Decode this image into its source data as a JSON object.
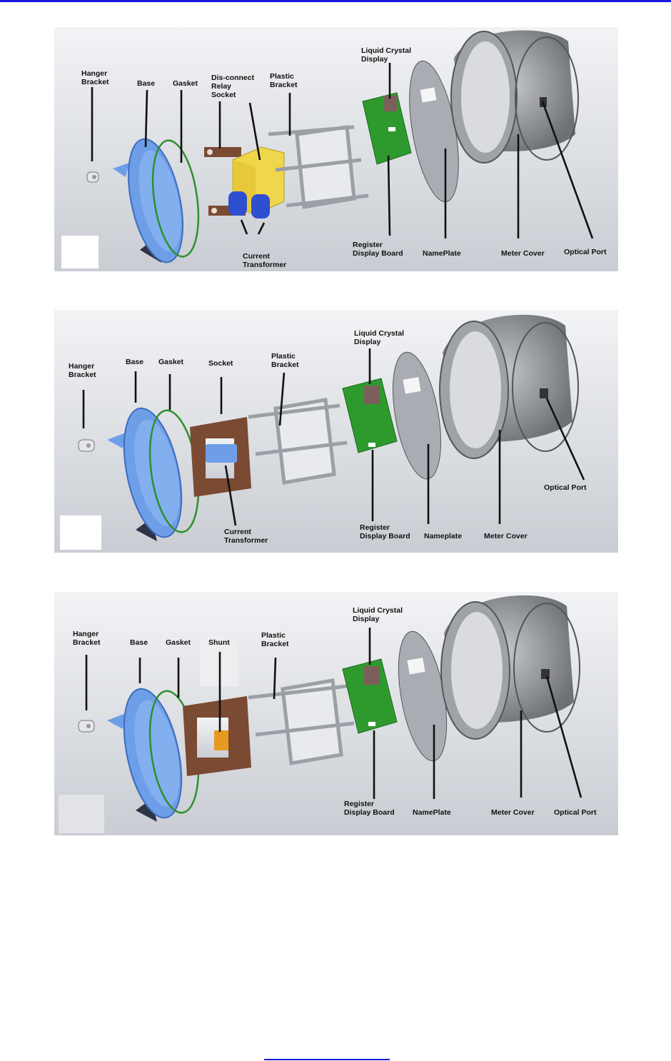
{
  "colors": {
    "top_rule": "#1a1adc",
    "panel_bg_top": "#f2f3f5",
    "panel_bg_bottom": "#c9cdd3",
    "base_blue": "#6f9ee8",
    "gasket_green": "#2f8f2f",
    "board_green": "#2e9a2e",
    "relay_yellow": "#f0d64a",
    "ct_blue": "#2d4fd0",
    "socket_brown": "#7a4a32",
    "shunt_orange": "#e79a22",
    "metal_gray": "#b9bcc1",
    "bottom_link": "#1a1adc"
  },
  "diagrams": [
    {
      "labels": {
        "hanger_bracket": [
          "Hanger",
          "Bracket"
        ],
        "base": "Base",
        "gasket": "Gasket",
        "disconnect": [
          "Dis-connect",
          "Relay",
          "Socket"
        ],
        "plastic_bracket": [
          "Plastic",
          "Bracket"
        ],
        "lcd": [
          "Liquid Crystal",
          "Display"
        ],
        "register_board": [
          "Register",
          "Display Board"
        ],
        "nameplate": "NamePlate",
        "meter_cover": "Meter Cover",
        "optical_port": "Optical Port",
        "current_transformer": [
          "Current",
          "Transformer"
        ]
      }
    },
    {
      "labels": {
        "hanger_bracket": [
          "Hanger",
          "Bracket"
        ],
        "base": "Base",
        "gasket": "Gasket",
        "socket": "Socket",
        "plastic_bracket": [
          "Plastic",
          "Bracket"
        ],
        "lcd": [
          "Liquid Crystal",
          "Display"
        ],
        "register_board": [
          "Register",
          "Display Board"
        ],
        "nameplate": "Nameplate",
        "meter_cover": "Meter Cover",
        "optical_port": "Optical Port",
        "current_transformer": [
          "Current",
          "Transformer"
        ]
      }
    },
    {
      "labels": {
        "hanger_bracket": [
          "Hanger",
          "Bracket"
        ],
        "base": "Base",
        "gasket": "Gasket",
        "shunt": "Shunt",
        "plastic_bracket": [
          "Plastic",
          "Bracket"
        ],
        "lcd": [
          "Liquid Crystal",
          "Display"
        ],
        "register_board": [
          "Register",
          "Display Board"
        ],
        "nameplate": "NamePlate",
        "meter_cover": "Meter Cover",
        "optical_port": "Optical Port"
      }
    }
  ]
}
